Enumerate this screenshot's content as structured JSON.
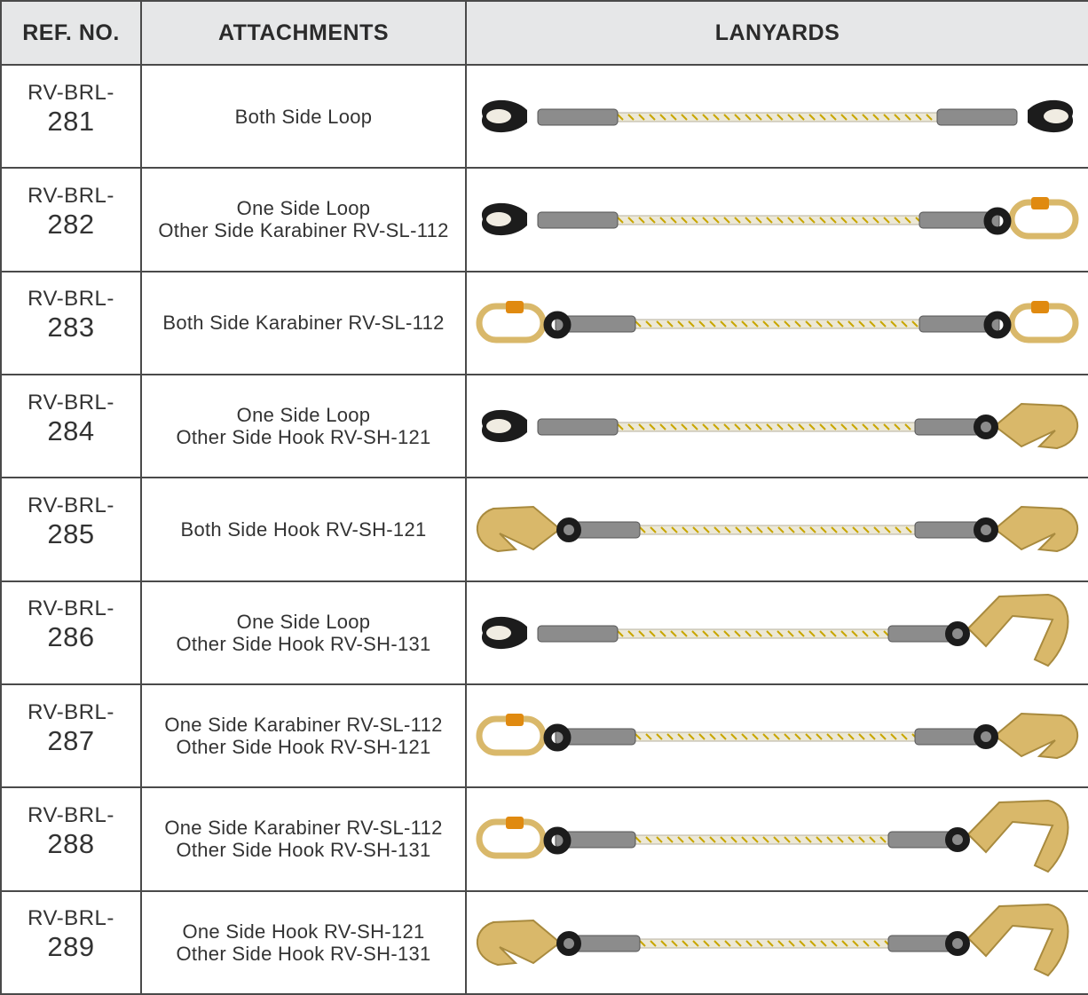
{
  "header": {
    "ref": "REF. NO.",
    "attachments": "ATTACHMENTS",
    "lanyards": "LANYARDS"
  },
  "rows": [
    {
      "ref_prefix": "RV-BRL-",
      "ref_number": "281",
      "attach_line1": "Both Side Loop",
      "attach_line2": "",
      "left_end": "loop",
      "right_end": "loop"
    },
    {
      "ref_prefix": "RV-BRL-",
      "ref_number": "282",
      "attach_line1": "One Side Loop",
      "attach_line2": "Other Side Karabiner RV-SL-112",
      "left_end": "loop",
      "right_end": "karabiner"
    },
    {
      "ref_prefix": "RV-BRL-",
      "ref_number": "283",
      "attach_line1": "Both Side Karabiner RV-SL-112",
      "attach_line2": "",
      "left_end": "karabiner",
      "right_end": "karabiner"
    },
    {
      "ref_prefix": "RV-BRL-",
      "ref_number": "284",
      "attach_line1": "One Side Loop",
      "attach_line2": "Other Side Hook RV-SH-121",
      "left_end": "loop",
      "right_end": "hook-small"
    },
    {
      "ref_prefix": "RV-BRL-",
      "ref_number": "285",
      "attach_line1": "Both Side Hook RV-SH-121",
      "attach_line2": "",
      "left_end": "hook-small",
      "right_end": "hook-small"
    },
    {
      "ref_prefix": "RV-BRL-",
      "ref_number": "286",
      "attach_line1": "One Side Loop",
      "attach_line2": "Other Side Hook RV-SH-131",
      "left_end": "loop",
      "right_end": "hook-large"
    },
    {
      "ref_prefix": "RV-BRL-",
      "ref_number": "287",
      "attach_line1": "One Side Karabiner RV-SL-112",
      "attach_line2": "Other Side Hook RV-SH-121",
      "left_end": "karabiner",
      "right_end": "hook-small"
    },
    {
      "ref_prefix": "RV-BRL-",
      "ref_number": "288",
      "attach_line1": "One Side Karabiner RV-SL-112",
      "attach_line2": "Other Side Hook RV-SH-131",
      "left_end": "karabiner",
      "right_end": "hook-large"
    },
    {
      "ref_prefix": "RV-BRL-",
      "ref_number": "289",
      "attach_line1": "One Side Hook RV-SH-121",
      "attach_line2": "Other Side Hook RV-SH-131",
      "left_end": "hook-small",
      "right_end": "hook-large"
    }
  ],
  "colors": {
    "header_bg": "#e6e7e8",
    "border": "#4a4a4a",
    "rope": "#ece8d6",
    "rope_fleck": "#c8a500",
    "hardware": "#d9b86a"
  }
}
